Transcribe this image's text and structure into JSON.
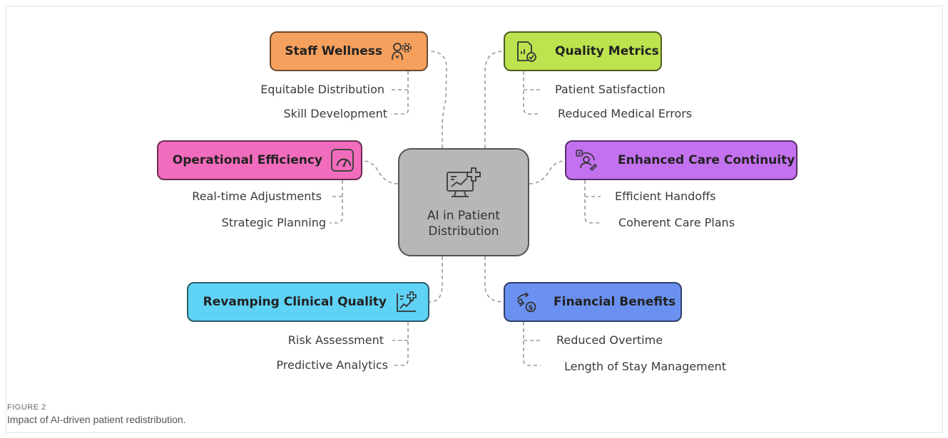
{
  "center": {
    "label_line1": "AI in Patient",
    "label_line2": "Distribution",
    "icon": "monitor-analytics-icon"
  },
  "nodes": {
    "staff_wellness": {
      "label": "Staff Wellness",
      "color": "#f6a05d",
      "icon": "staff-settings-icon",
      "items": [
        "Equitable Distribution",
        "Skill Development"
      ]
    },
    "quality_metrics": {
      "label": "Quality Metrics",
      "color": "#bde34f",
      "icon": "document-check-icon",
      "items": [
        "Patient Satisfaction",
        "Reduced Medical Errors"
      ]
    },
    "operational_efficiency": {
      "label": "Operational Efficiency",
      "color": "#f26cbd",
      "icon": "gauge-icon",
      "items": [
        "Real-time Adjustments",
        "Strategic Planning"
      ]
    },
    "care_continuity": {
      "label": "Enhanced Care Continuity",
      "color": "#c471ef",
      "icon": "care-continuity-icon",
      "items": [
        "Efficient Handoffs",
        "Coherent Care Plans"
      ]
    },
    "clinical_quality": {
      "label": "Revamping Clinical Quality",
      "color": "#5fd3f6",
      "icon": "clinical-chart-icon",
      "items": [
        "Risk Assessment",
        "Predictive Analytics"
      ]
    },
    "financial_benefits": {
      "label": "Financial Benefits",
      "color": "#6b91f0",
      "icon": "money-cycle-icon",
      "items": [
        "Reduced Overtime",
        "Length of Stay Management"
      ]
    }
  },
  "caption": {
    "label": "FIGURE 2",
    "text": "Impact of AI-driven patient redistribution."
  }
}
